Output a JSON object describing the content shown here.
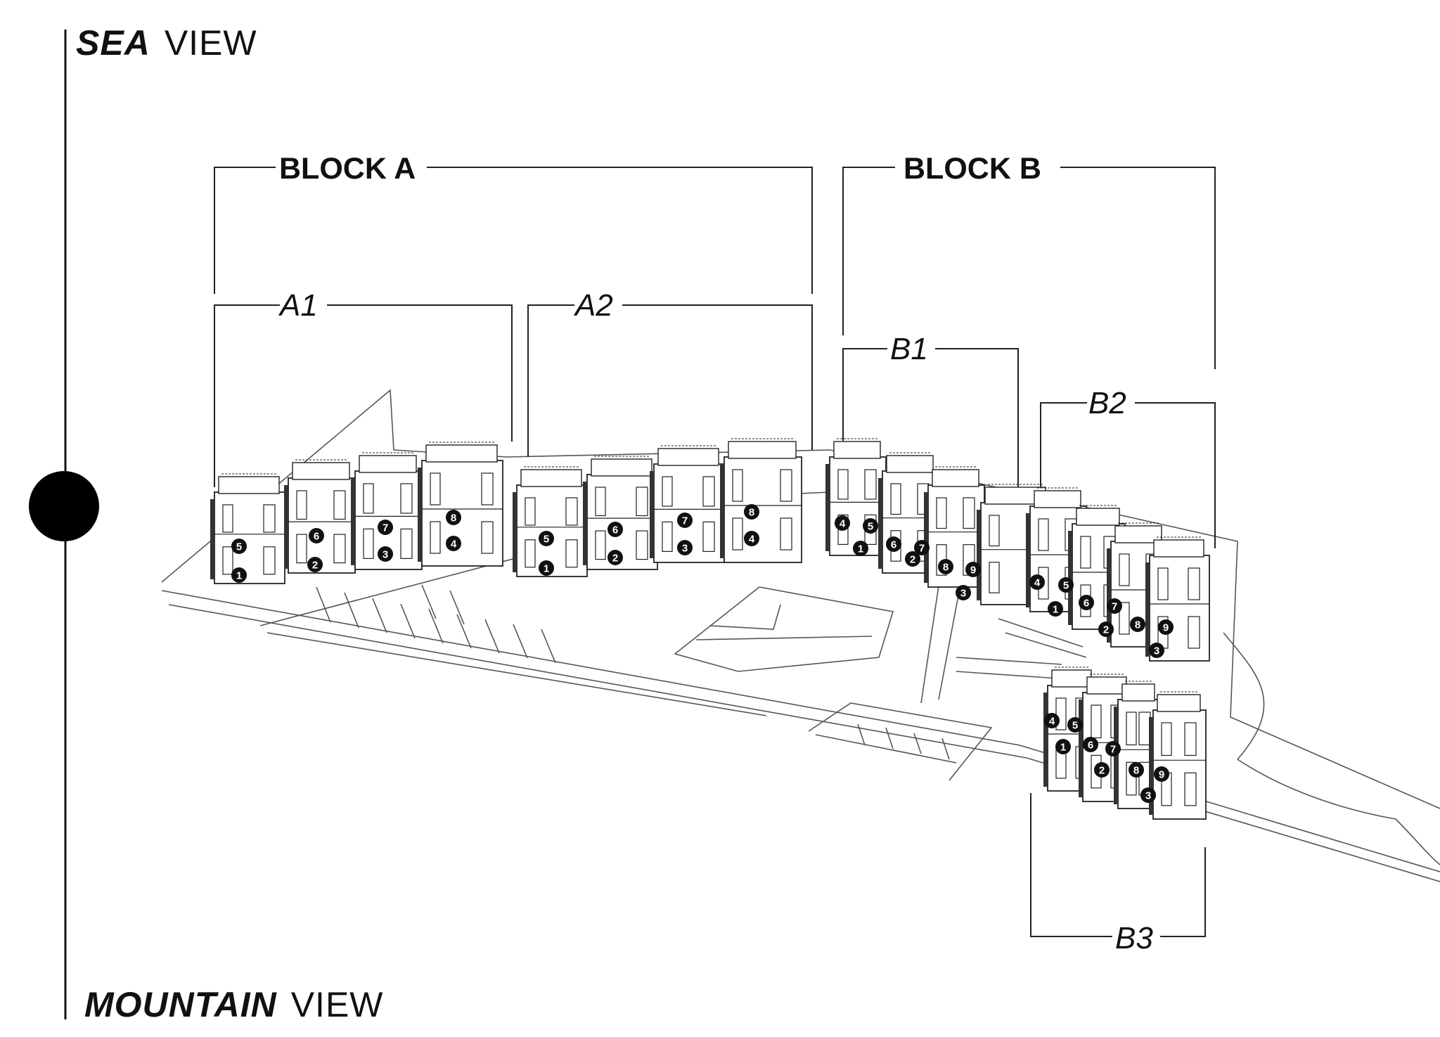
{
  "view_axis": {
    "top": {
      "strong": "SEA",
      "light": "VIEW"
    },
    "bottom": {
      "strong": "MOUNTAIN",
      "light": "VIEW"
    }
  },
  "blocks": [
    {
      "id": "block-a",
      "label": "BLOCK A"
    },
    {
      "id": "block-b",
      "label": "BLOCK B"
    }
  ],
  "sub_blocks": [
    {
      "id": "a1",
      "label": "A1",
      "units": [
        "1",
        "2",
        "3",
        "4",
        "5",
        "6",
        "7",
        "8"
      ]
    },
    {
      "id": "a2",
      "label": "A2",
      "units": [
        "1",
        "2",
        "3",
        "4",
        "5",
        "6",
        "7",
        "8"
      ]
    },
    {
      "id": "b1",
      "label": "B1",
      "units": [
        "1",
        "2",
        "3",
        "4",
        "5",
        "6",
        "7",
        "8",
        "9"
      ]
    },
    {
      "id": "b2",
      "label": "B2",
      "units": [
        "1",
        "2",
        "3",
        "4",
        "5",
        "6",
        "7",
        "8",
        "9"
      ]
    },
    {
      "id": "b3",
      "label": "B3",
      "units": [
        "1",
        "2",
        "3",
        "4",
        "5",
        "6",
        "7",
        "8",
        "9"
      ]
    }
  ],
  "colors": {
    "line": "#222222",
    "building": "#ffffff",
    "marker": "#111111",
    "marker_text": "#ffffff"
  }
}
